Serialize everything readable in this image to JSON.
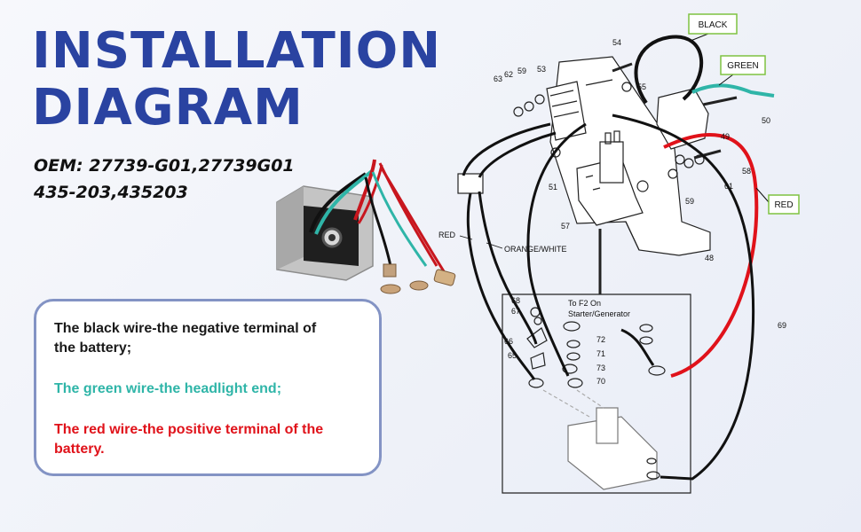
{
  "header": {
    "title_line1": "INSTALLATION",
    "title_line2": "DIAGRAM"
  },
  "oem": {
    "line1": "OEM: 27739-G01,27739G01",
    "line2": "435-203,435203"
  },
  "info": {
    "black_text": "The black wire-the negative terminal of the battery;",
    "green_text": "The green wire-the headlight end;",
    "red_text": "The red wire-the positive terminal of the battery."
  },
  "callouts": {
    "black": "BLACK",
    "green": "GREEN",
    "red": "RED"
  },
  "wire_labels": {
    "red": "RED",
    "orange_white": "ORANGE/WHITE",
    "f2_line1": "To F2 On",
    "f2_line2": "Starter/Generator"
  },
  "part_numbers": {
    "p54": "54",
    "p63": "63",
    "p62": "62",
    "p59a": "59",
    "p53": "53",
    "p55": "55",
    "p50": "50",
    "p49": "49",
    "p58": "58",
    "p61": "61",
    "p51": "51",
    "p59b": "59",
    "p57": "57",
    "p48": "48",
    "p69": "69",
    "p68": "68",
    "p67": "67",
    "p66": "66",
    "p65": "65",
    "p72": "72",
    "p71": "71",
    "p73": "73",
    "p70": "70"
  },
  "colors": {
    "title_blue": "#2a43a1",
    "wire_black": "#111111",
    "wire_green": "#2fb5a8",
    "wire_red": "#e0121a",
    "callout_border": "#7fc241",
    "box_border": "#8393c4"
  }
}
